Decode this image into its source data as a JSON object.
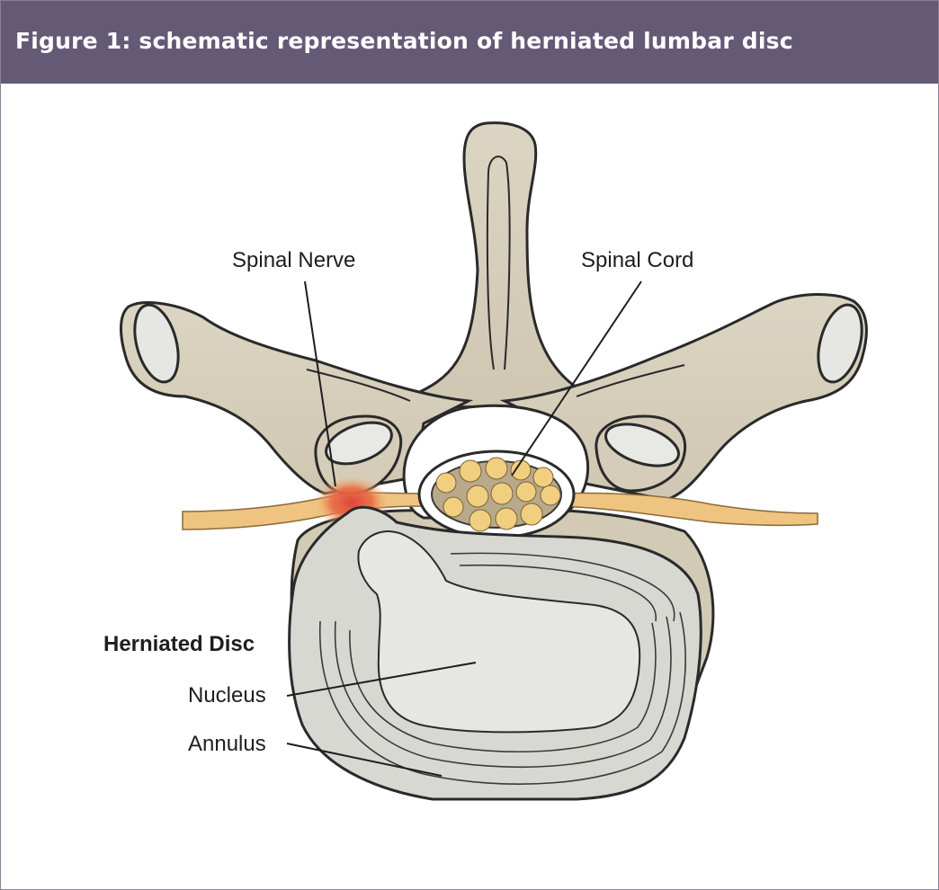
{
  "figure": {
    "title": "Figure 1: schematic representation of herniated lumbar disc"
  },
  "labels": {
    "spinal_nerve": "Spinal Nerve",
    "spinal_cord": "Spinal Cord",
    "herniated_disc": "Herniated Disc",
    "nucleus": "Nucleus",
    "annulus": "Annulus"
  },
  "colors": {
    "header_bg": "#655a76",
    "bone": "#d7d0bd",
    "disc": "#dcdcd8",
    "nerve": "#eec480",
    "cord_fiber": "#e8c57a",
    "inflammation": "#e0443a"
  }
}
